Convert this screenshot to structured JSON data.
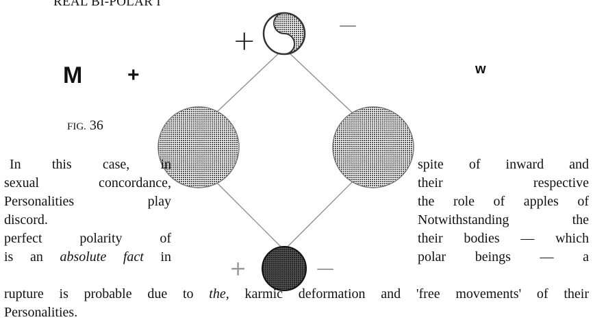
{
  "heading": "REAL BI-POLAR I",
  "diagram": {
    "top_left_sign": "+",
    "top_right_sign": "—",
    "bottom_left_sign": "+",
    "bottom_right_sign": "—",
    "left_label": "M",
    "left_label_sign": "+",
    "right_label": "w"
  },
  "figure_caption": {
    "prefix": "Fig.",
    "number": "36"
  },
  "paragraph": {
    "left_lines": [
      "In this case, in",
      "sexual concordance,",
      "Personalities play",
      "discord.",
      "perfect polarity of",
      "is an absolute fact in"
    ],
    "right_lines": [
      "spite of inward and",
      "their respective",
      "the role of apples of",
      "Notwithstanding the",
      "their bodies — which",
      "polar beings — a"
    ],
    "tail_lines": [
      "rupture is probable due to the, karmic deformation and 'free movements' of their",
      "Personalities."
    ],
    "italic_phrases": [
      "absolute fact",
      "the,"
    ]
  },
  "colors": {
    "text": "#111111",
    "disc_fill": "#9a9a9a",
    "disc_dark": "#3a3a3a",
    "lines": "#8a8a8a"
  }
}
